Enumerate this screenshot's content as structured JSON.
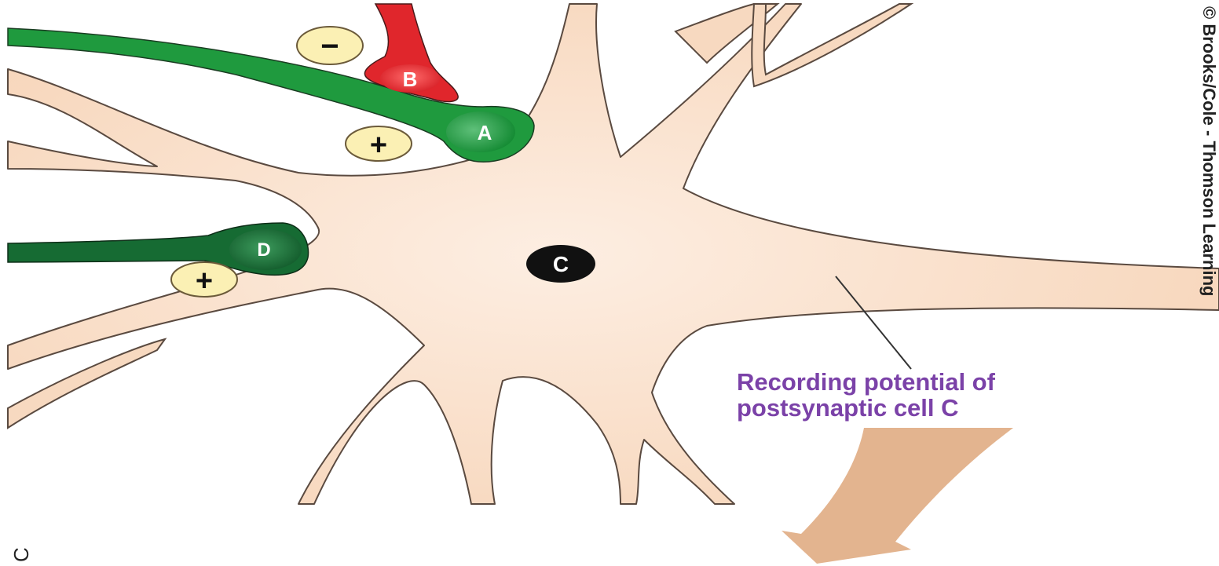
{
  "panel_letter": "C",
  "credit": "© Brooks/Cole - Thomson Learning",
  "neurons": {
    "a": {
      "label": "A",
      "sign": "+"
    },
    "b": {
      "label": "B",
      "sign": "−"
    },
    "c": {
      "label": "C"
    },
    "d": {
      "label": "D",
      "sign": "+"
    }
  },
  "recording_label": [
    "Recording potential of",
    "postsynaptic cell C"
  ],
  "colors": {
    "cell_body": "#f7d9c0",
    "cell_outline": "#5a4a40",
    "axon_a": "#1f9a3e",
    "axon_b": "#e0262c",
    "axon_d": "#166b33",
    "sign_fill": "#fbf0b4",
    "label_purple": "#7b42a8",
    "arrow": "#e3b48f"
  }
}
